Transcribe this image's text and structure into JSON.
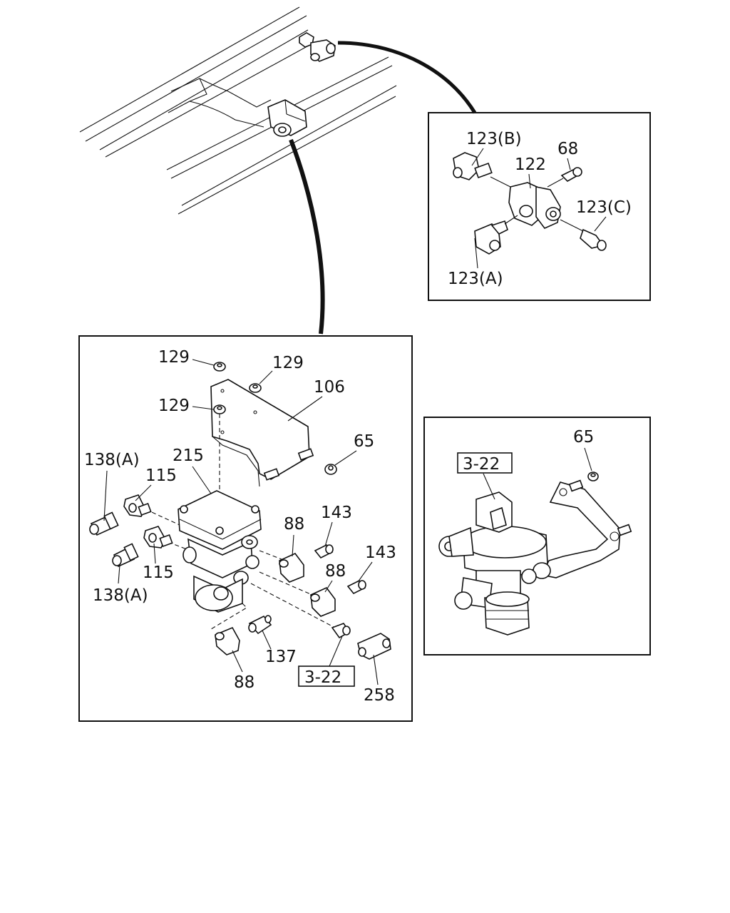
{
  "labels": {
    "detail_top": {
      "l123b": "123(B)",
      "l68": "68",
      "l122": "122",
      "l123c": "123(C)",
      "l123a": "123(A)"
    },
    "detail_main": {
      "l129a": "129",
      "l129b": "129",
      "l129c": "129",
      "l106": "106",
      "l65": "65",
      "l215": "215",
      "l138a_top": "138(A)",
      "l115_top": "115",
      "l88_a": "88",
      "l143_a": "143",
      "l143_b": "143",
      "l88_b": "88",
      "l115_bot": "115",
      "l138a_bot": "138(A)",
      "l137": "137",
      "l88_c": "88",
      "ref_322": "3-22",
      "l258": "258"
    },
    "detail_right": {
      "l65": "65",
      "ref_322": "3-22"
    }
  }
}
